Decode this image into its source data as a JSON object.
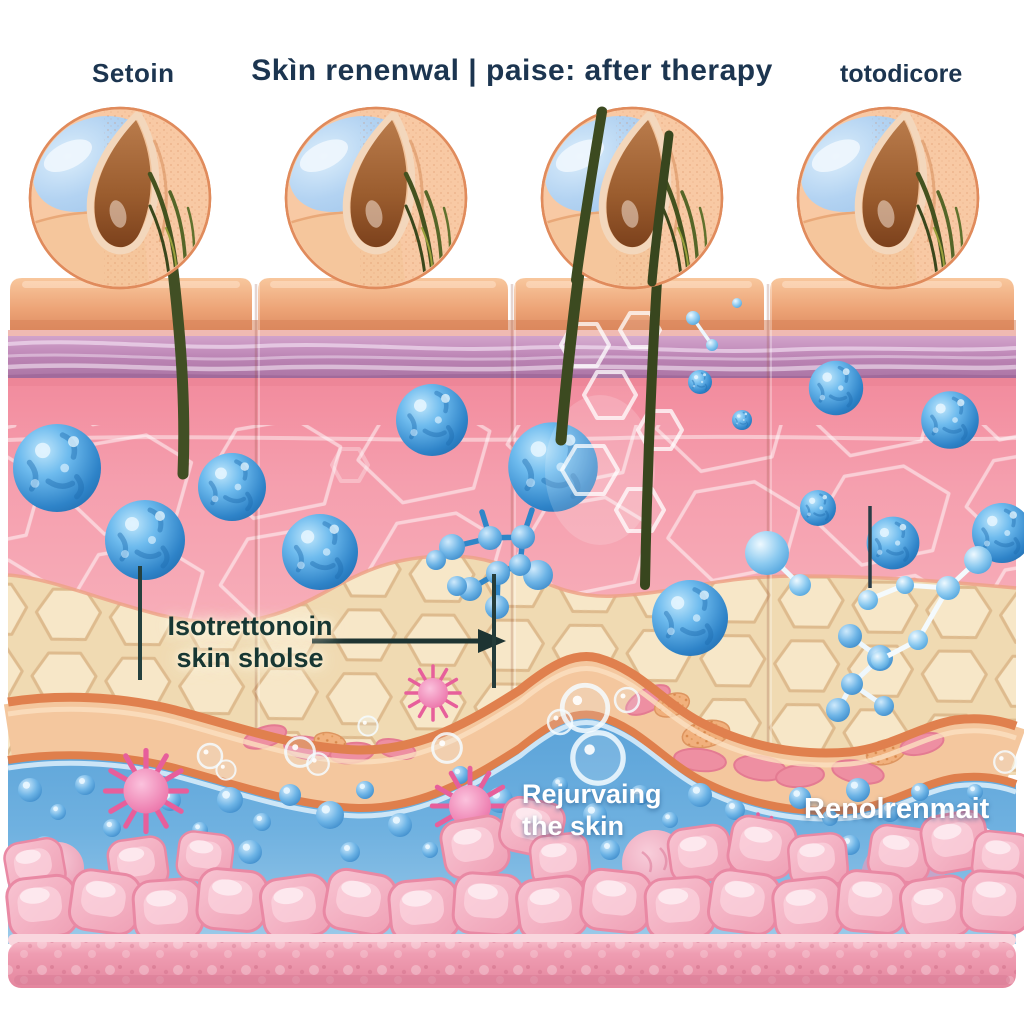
{
  "header": {
    "left_label": "Setoin",
    "title": "Skìn renenwal | paise: after therapy",
    "right_label": "totodicore"
  },
  "annotations": {
    "isotretinoin": {
      "line1": "Isotrettonoin",
      "line2": "skin sholse"
    },
    "rejuvenating": {
      "line1": "Rejurvaing",
      "line2": "the skin"
    },
    "renewal": {
      "label": "Renolrenmait"
    }
  },
  "palette": {
    "title_text": "#1c3550",
    "epidermis_tan": "#efa878",
    "fiber_purple": "#bd86b6",
    "dermis_pink": "#f495a4",
    "honeycomb_cream": "#f3ddb8",
    "band_orange": "#e0804e",
    "hypodermis_blue": "#5fa7dc",
    "cell_blue": "#2e83c8",
    "spiky_pink": "#e75f9b",
    "fat_cell_pink": "#f5b5c6",
    "label_teal": "#173733",
    "label_white": "#ffffff"
  }
}
